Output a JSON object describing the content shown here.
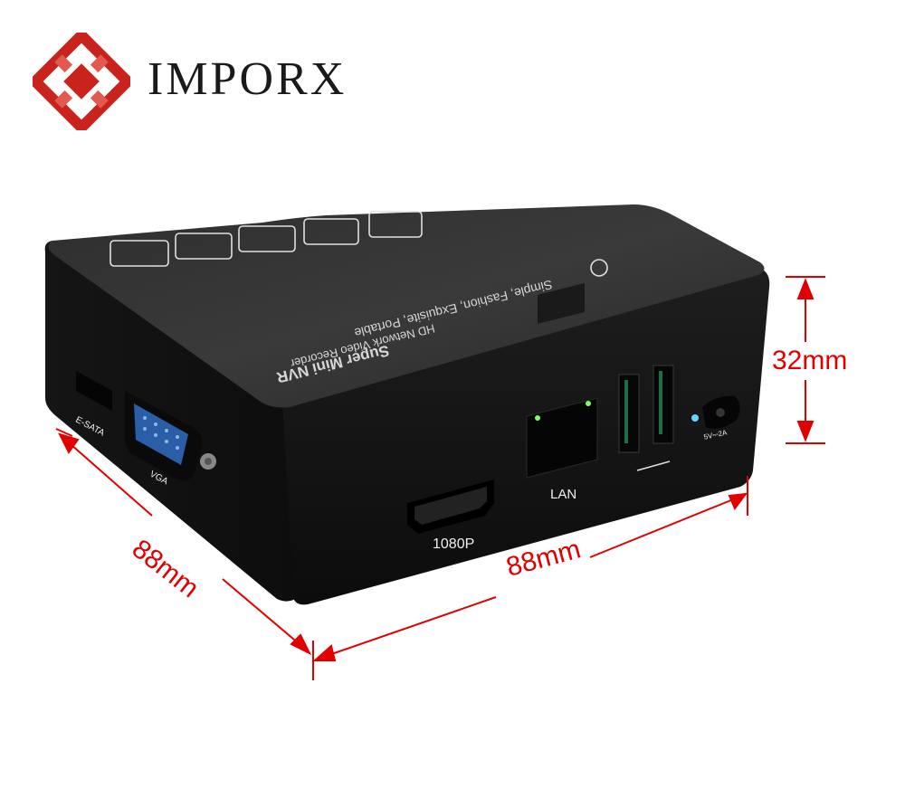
{
  "brand": {
    "name": "IMPORX",
    "logo_colors": {
      "primary": "#c8231c",
      "secondary": "#e25a4f"
    }
  },
  "product": {
    "top_title": "Super Mini NVR",
    "top_subtitle_1": "HD Network Video Recorder",
    "top_subtitle_2": "Simple, Fashion, Exquisite, Portable",
    "body_color": "#1c1c1c"
  },
  "ports": {
    "hdmi_label": "1080P",
    "lan_label": "LAN",
    "esata_label": "E-SATA",
    "vga_label": "VGA",
    "power_label": "5V⎓2A"
  },
  "dimensions": {
    "height": "32mm",
    "width": "88mm",
    "depth": "88mm",
    "color": "#e00000"
  }
}
